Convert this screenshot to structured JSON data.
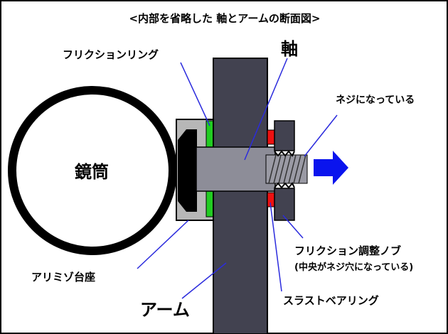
{
  "title": "<内部を省略した 軸とアームの断面図>",
  "labels": {
    "friction_ring": "フリクションリング",
    "shaft": "軸",
    "threaded": "ネジになっている",
    "tube": "鏡筒",
    "friction_knob": "フリクション調整ノブ",
    "friction_knob_note": "(中央がネジ穴になっている)",
    "alimizu_base": "アリミゾ台座",
    "thrust_bearing": "スラストベアリング",
    "arm": "アーム"
  },
  "colors": {
    "frame": "#000000",
    "arm": "#424250",
    "shaft": "#8d8d98",
    "base": "#b7b7b7",
    "friction_ring": "#22cc22",
    "bearing": "#ee1111",
    "leader": "#2b2bdd",
    "arrow": "#0a14ee"
  }
}
